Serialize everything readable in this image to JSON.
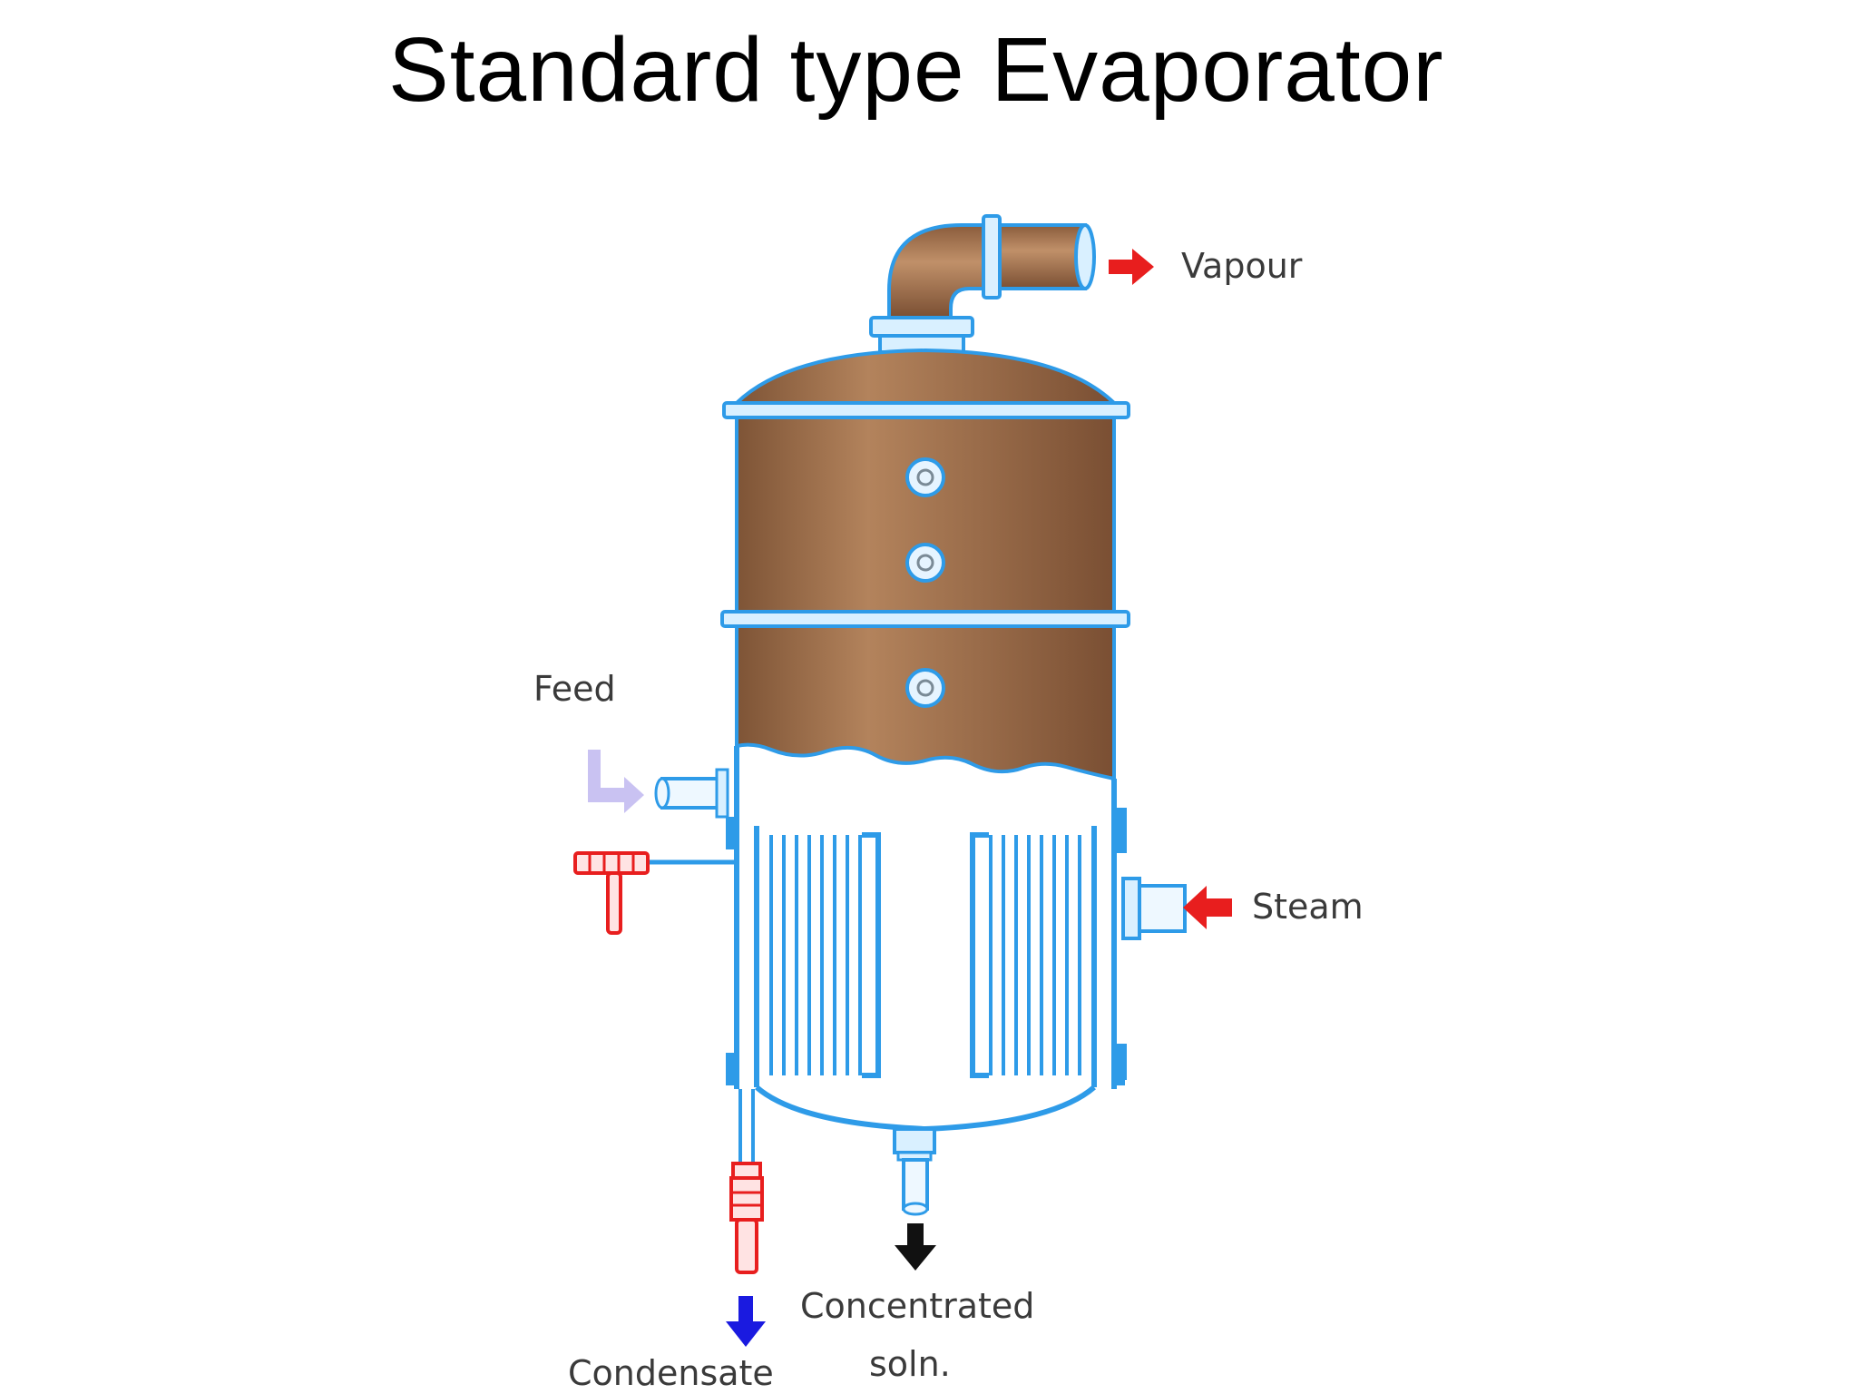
{
  "slide": {
    "title": "Standard type Evaporator"
  },
  "diagram": {
    "labels": {
      "vapour": "Vapour",
      "feed": "Feed",
      "steam": "Steam",
      "concentrated": "Concentrated",
      "soln": "soln.",
      "condensate": "Condensate"
    },
    "colors": {
      "shell_brown": "#9a6a45",
      "outline_blue": "#2e9be8",
      "steam_red": "#e81e1e",
      "condensate_blue": "#1a1ae0",
      "feed_lavender": "#c9c2f2",
      "product_black": "#111111",
      "text_grey": "#3a3a3a"
    }
  }
}
